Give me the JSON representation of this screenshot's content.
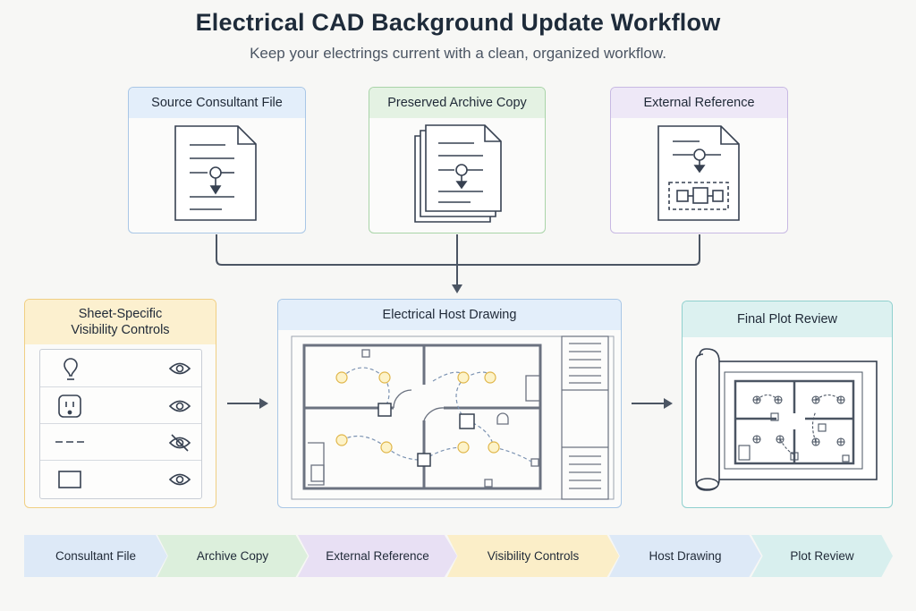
{
  "header": {
    "title": "Electrical CAD Background Update Workflow",
    "subtitle": "Keep your electrings current with a clean, organized workflow."
  },
  "cards": {
    "source": "Source Consultant File",
    "archive": "Preserved Archive Copy",
    "xref": "External Reference",
    "visibility": "Sheet-Specific\nVisibility Controls",
    "host": "Electrical Host Drawing",
    "plot": "Final Plot Review"
  },
  "visibility_rows": [
    {
      "item": "lightbulb-icon",
      "state": "eye-icon"
    },
    {
      "item": "outlet-icon",
      "state": "eye-icon"
    },
    {
      "item": "dashed-line-icon",
      "state": "eye-hidden-icon"
    },
    {
      "item": "rectangle-icon",
      "state": "eye-icon"
    }
  ],
  "steps": [
    "Consultant File",
    "Archive Copy",
    "External Reference",
    "Visibility Controls",
    "Host Drawing",
    "Plot Review"
  ],
  "colors": {
    "blue": "#e3eefa",
    "green": "#e4f2e3",
    "purple": "#eee8f7",
    "yellow": "#fcf0cf",
    "teal": "#dcf1f0",
    "connector": "#4b5563"
  }
}
